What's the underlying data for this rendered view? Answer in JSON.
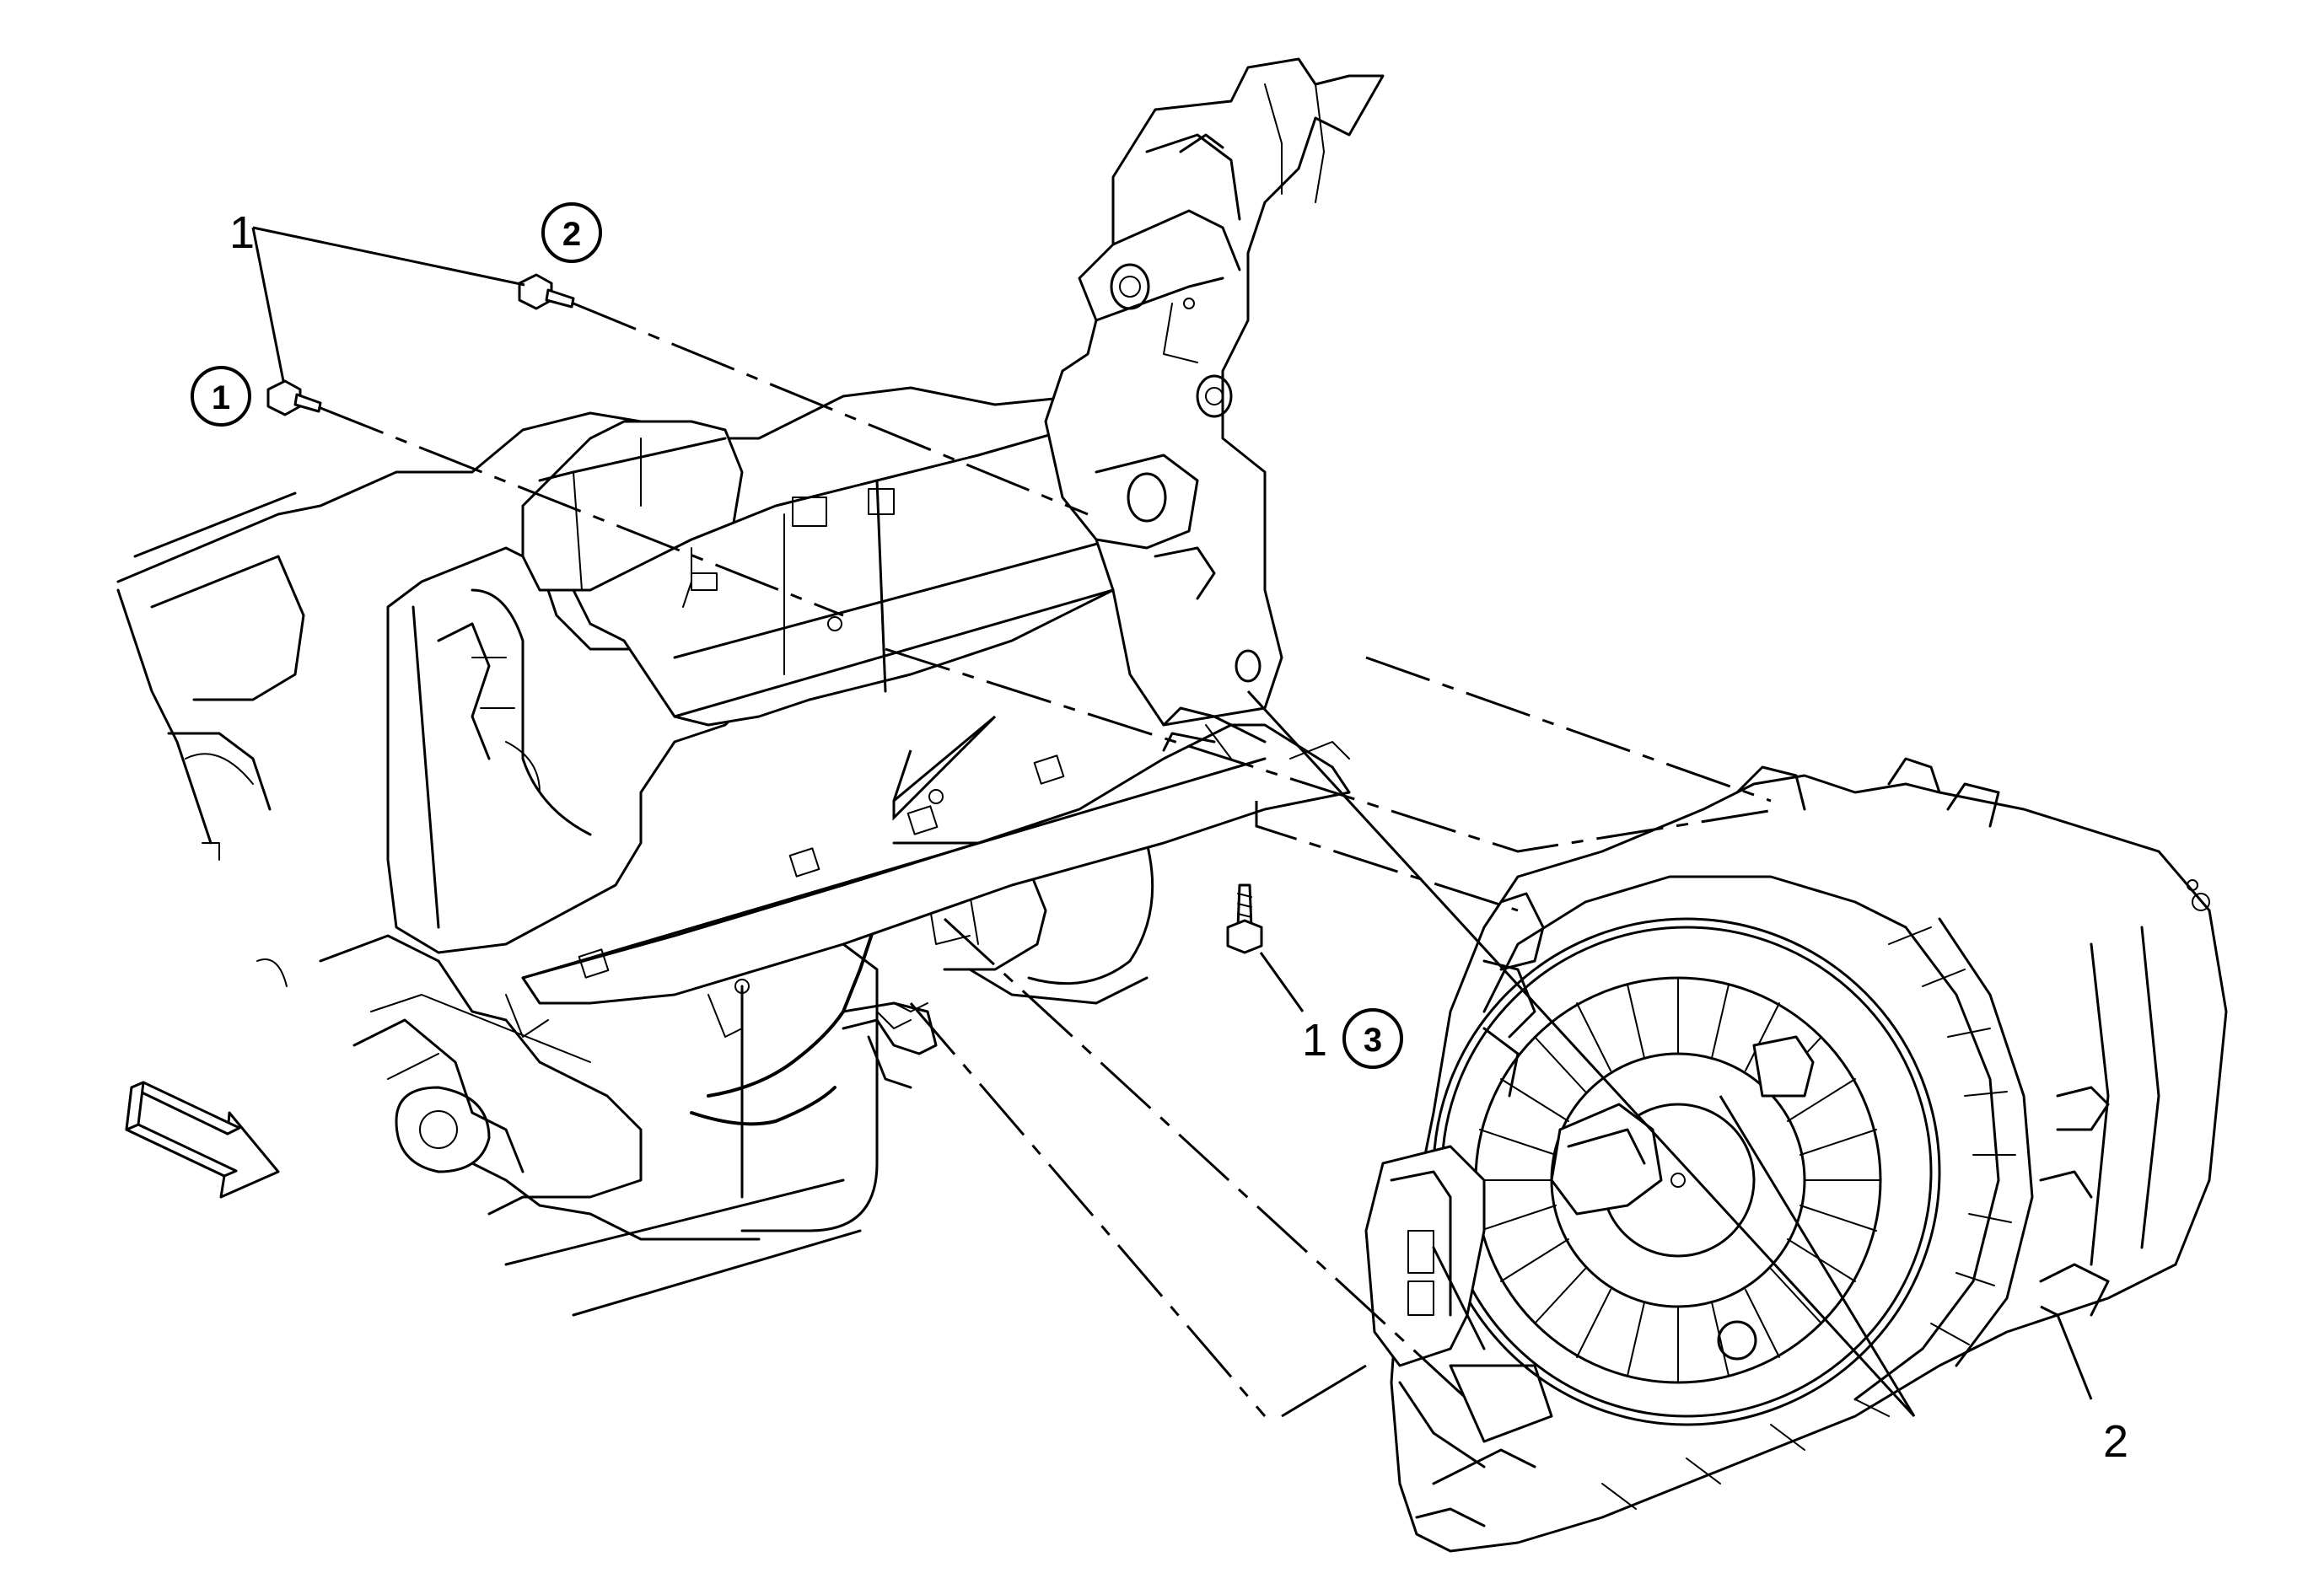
{
  "callouts": {
    "label_1_top": "1",
    "label_1_mid": "1",
    "label_2": "2"
  },
  "steps": {
    "step_1": "1",
    "step_2": "2",
    "step_3": "3"
  }
}
